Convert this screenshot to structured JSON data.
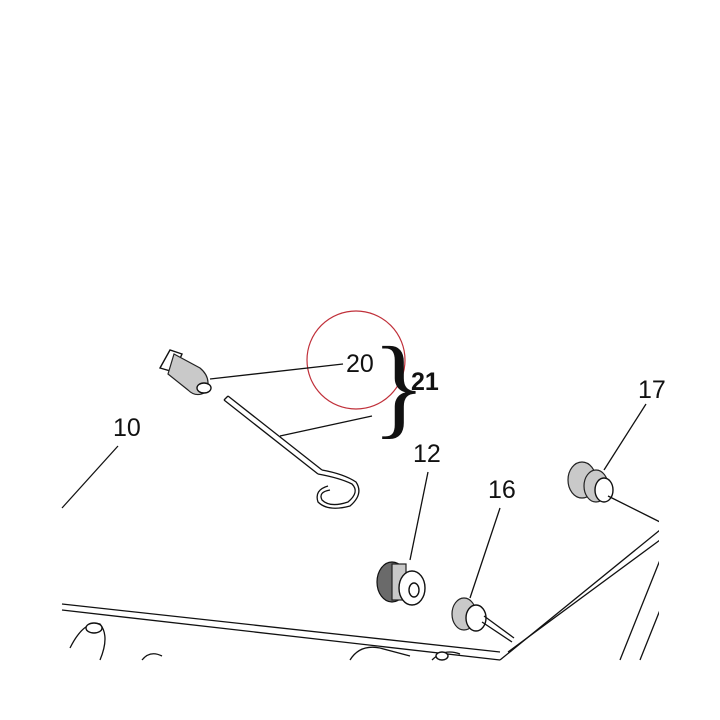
{
  "callouts": {
    "c20": "20",
    "c21": "21",
    "c10": "10",
    "c12": "12",
    "c16": "16",
    "c17": "17"
  },
  "highlight": {
    "color": "#c0303a"
  }
}
